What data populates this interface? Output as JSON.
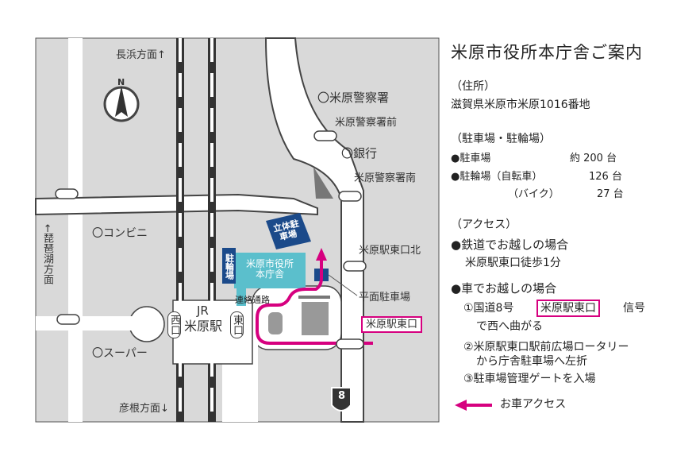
{
  "map": {
    "north": "N",
    "nagahama": "長浜方面↑",
    "hikone": "彦根方面↓",
    "biwako": "←琵琶湖方面",
    "police": "〇米原警察署",
    "police_front": "米原警察署前",
    "bank": "〇銀行",
    "police_south": "米原警察署南",
    "conbini": "〇コンビニ",
    "super": "〇スーパー",
    "jr": "JR",
    "station": "米原駅",
    "west_exit": "西口",
    "east_exit": "東口",
    "east_north": "米原駅東口北",
    "flat_parking": "平面駐車場",
    "east_signal": "米原駅東口",
    "multi_parking": "立体駐車場",
    "bicycle_parking": "駐輪場",
    "city_hall": "米原市役所本庁舎",
    "passage": "連絡通路",
    "route_number": "8",
    "colors": {
      "accent": "#d6007f",
      "navy": "#1b4a8a",
      "teal": "#5bbfcc",
      "block": "#d9d9d9"
    }
  },
  "info": {
    "title": "米原市役所本庁舎ご案内",
    "address_heading": "（住所）",
    "address": "滋賀県米原市米原1016番地",
    "parking_heading": "（駐車場・駐輪場）",
    "parking": [
      {
        "label": "●駐車場",
        "value": "約 200 台"
      },
      {
        "label": "●駐輪場（自転車）",
        "value": "126 台"
      },
      {
        "label": "（バイク）",
        "value": "27 台"
      }
    ],
    "access_heading": "（アクセス）",
    "rail_heading": "●鉄道でお越しの場合",
    "rail_text": "米原駅東口徒歩1分",
    "car_heading": "●車でお越しの場合",
    "car_step1a": "①国道8号",
    "car_step1_signal": "米原駅東口",
    "car_step1b": "信号",
    "car_step1c": "で西へ曲がる",
    "car_step2a": "②米原駅東口駅前広場ロータリー",
    "car_step2b": "から庁舎駐車場へ左折",
    "car_step3": "③駐車場管理ゲートを入場",
    "legend": "お車アクセス"
  }
}
